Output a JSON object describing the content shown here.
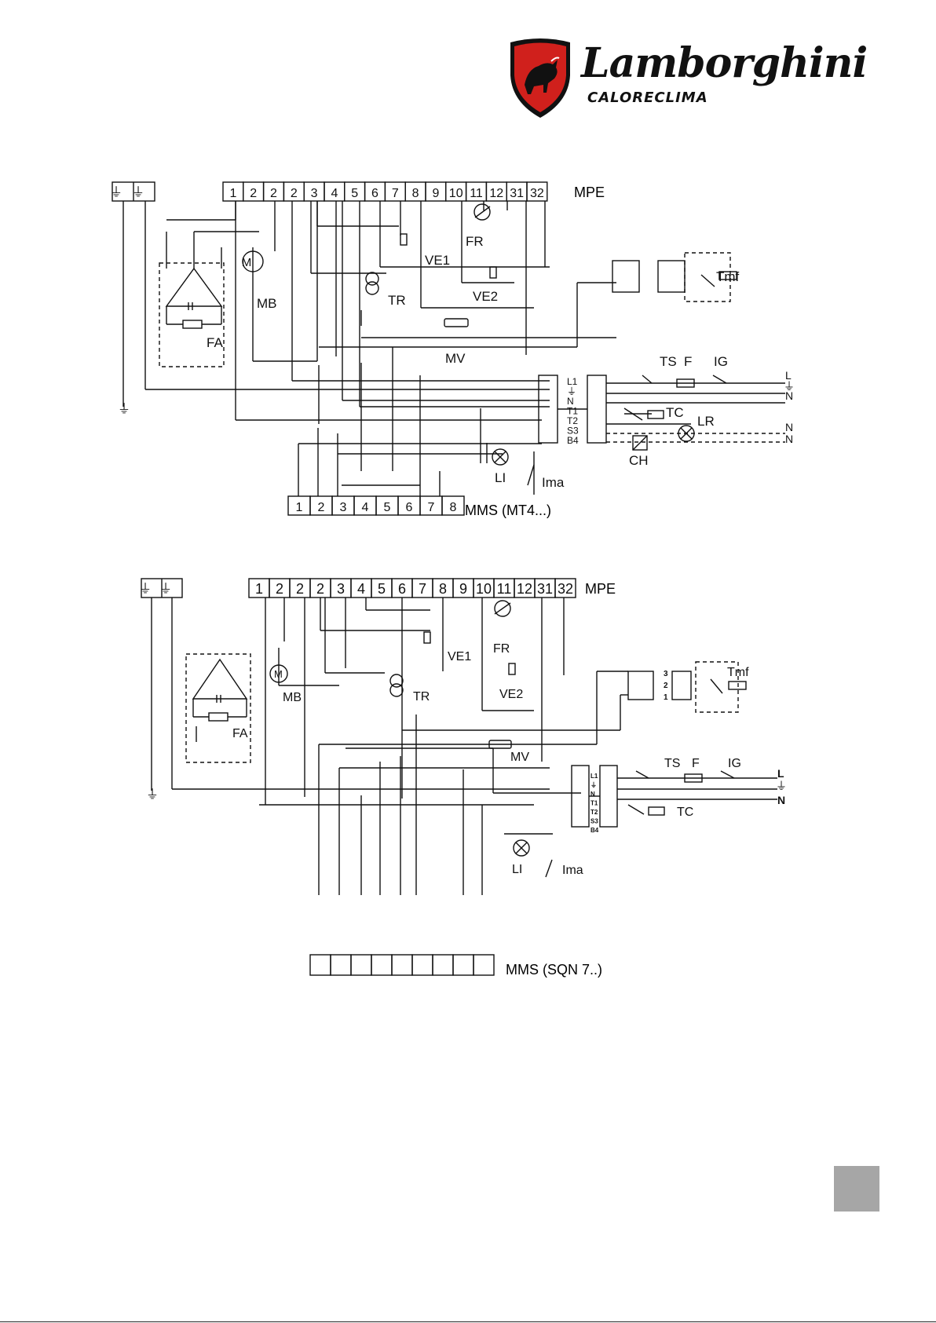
{
  "brand": {
    "name": "Lamborghini",
    "subtitle": "CALORECLIMA"
  },
  "diagram1": {
    "mpe_terminals": [
      "1",
      "2",
      "2",
      "2",
      "3",
      "4",
      "5",
      "6",
      "7",
      "8",
      "9",
      "10",
      "11",
      "12",
      "31",
      "32"
    ],
    "mpe_label": "MPE",
    "mms_terminals": [
      "1",
      "2",
      "3",
      "4",
      "5",
      "6",
      "7",
      "8"
    ],
    "mms_label": "MMS (MT4...)",
    "connector_pins": [
      "L1",
      "⏚",
      "N",
      "T1",
      "T2",
      "S3",
      "B4"
    ],
    "labels": {
      "fa": "FA",
      "mb": "MB",
      "motor": "M",
      "tr": "TR",
      "ve1": "VE1",
      "ve2": "VE2",
      "fr": "FR",
      "mv": "MV",
      "tmf": "Tmf",
      "ts": "TS",
      "f": "F",
      "ig": "IG",
      "tc": "TC",
      "lr": "LR",
      "ch": "CH",
      "li": "LI",
      "ima": "Ima",
      "line_l": "L",
      "line_n1": "N",
      "line_n2": "N",
      "line_n3": "N"
    }
  },
  "diagram2": {
    "mpe_terminals": [
      "1",
      "2",
      "2",
      "2",
      "3",
      "4",
      "5",
      "6",
      "7",
      "8",
      "9",
      "10",
      "11",
      "12",
      "31",
      "32"
    ],
    "mpe_label": "MPE",
    "mms_label": "MMS  (SQN 7..)",
    "connector_pins": [
      "L1",
      "⏚",
      "N",
      "T1",
      "T2",
      "S3",
      "B4"
    ],
    "tmf_pins": [
      "3",
      "2",
      "1"
    ],
    "labels": {
      "fa": "FA",
      "mb": "MB",
      "motor": "M",
      "tr": "TR",
      "ve1": "VE1",
      "ve2": "VE2",
      "fr": "FR",
      "mv": "MV",
      "tmf": "Tmf",
      "ts": "TS",
      "f": "F",
      "ig": "IG",
      "tc": "TC",
      "li": "LI",
      "ima": "Ima",
      "line_l": "L",
      "line_n": "N"
    }
  },
  "colors": {
    "shield_red": "#d0201c",
    "ink": "#111111",
    "page_box": "#a6a6a6"
  }
}
